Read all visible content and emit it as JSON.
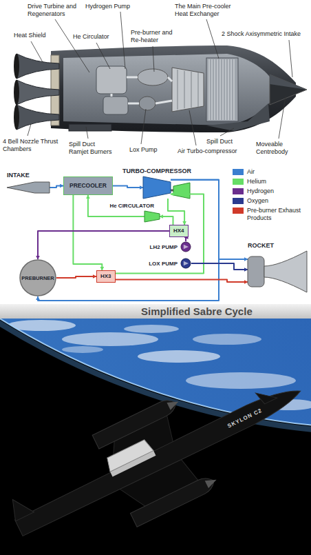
{
  "diagram": {
    "title": "Simplified Sabre Cycle",
    "nodes": [
      {
        "text": [
          "INTAKE"
        ]
      },
      {
        "text": [
          "PRECOOLER"
        ]
      },
      {
        "text": [
          "TURBO-COMPRESSOR"
        ]
      },
      {
        "text": [
          "He CIRCULATOR"
        ]
      },
      {
        "text": [
          "HX4"
        ]
      },
      {
        "text": [
          "LH2 PUMP"
        ]
      },
      {
        "text": [
          "LOX PUMP"
        ]
      },
      {
        "text": [
          "PREBURNER"
        ]
      },
      {
        "text": [
          "HX3"
        ]
      },
      {
        "text": [
          "ROCKET"
        ]
      }
    ],
    "edges": [
      {
        "from": 0,
        "to": 1,
        "arrow": "to"
      },
      {
        "from": 1,
        "to": 2,
        "arrow": "to"
      },
      {
        "from": 2,
        "to": 9,
        "arrow": "to"
      },
      {
        "from": 2,
        "to": 7,
        "arrow": "to"
      },
      {
        "from": 3,
        "to": 1,
        "arrow": "to"
      },
      {
        "from": 1,
        "to": 8,
        "arrow": "to"
      },
      {
        "from": 8,
        "to": 2,
        "arrow": "to"
      },
      {
        "from": 2,
        "to": 4,
        "arrow": "to"
      },
      {
        "from": 4,
        "to": 3,
        "arrow": "to"
      },
      {
        "from": 5,
        "to": 4,
        "arrow": "to"
      },
      {
        "from": 4,
        "to": 7,
        "arrow": "to"
      },
      {
        "from": 6,
        "to": 9,
        "arrow": "to"
      },
      {
        "from": 7,
        "to": 8,
        "arrow": "to"
      },
      {
        "from": 8,
        "to": 9,
        "arrow": "to"
      }
    ],
    "labels": [
      "Drive Turbine and Regenerators",
      "Hydrogen Pump",
      "The Main Pre-cooler Heat Exchanger",
      "Heat Shield",
      "He Circulator",
      "Pre-burner and Re-heater",
      "2 Shock Axisymmetric Intake",
      "4 Bell Nozzle Thrust Chambers",
      "Spill Duct Ramjet Burners",
      "Lox Pump",
      "Spill Duct",
      "Air Turbo-compressor",
      "Moveable Centrebody",
      "SKYLON C2"
    ],
    "legend": [
      {
        "text": "Air",
        "color": "#3a7fd0"
      },
      {
        "text": "Helium",
        "color": "#66dd66"
      },
      {
        "text": "Hydrogen",
        "color": "#6a2e8e"
      },
      {
        "text": "Oxygen",
        "color": "#2b3a8f"
      },
      {
        "text": "Pre-burner Exhaust Products",
        "color": "#d03a2a"
      }
    ]
  }
}
